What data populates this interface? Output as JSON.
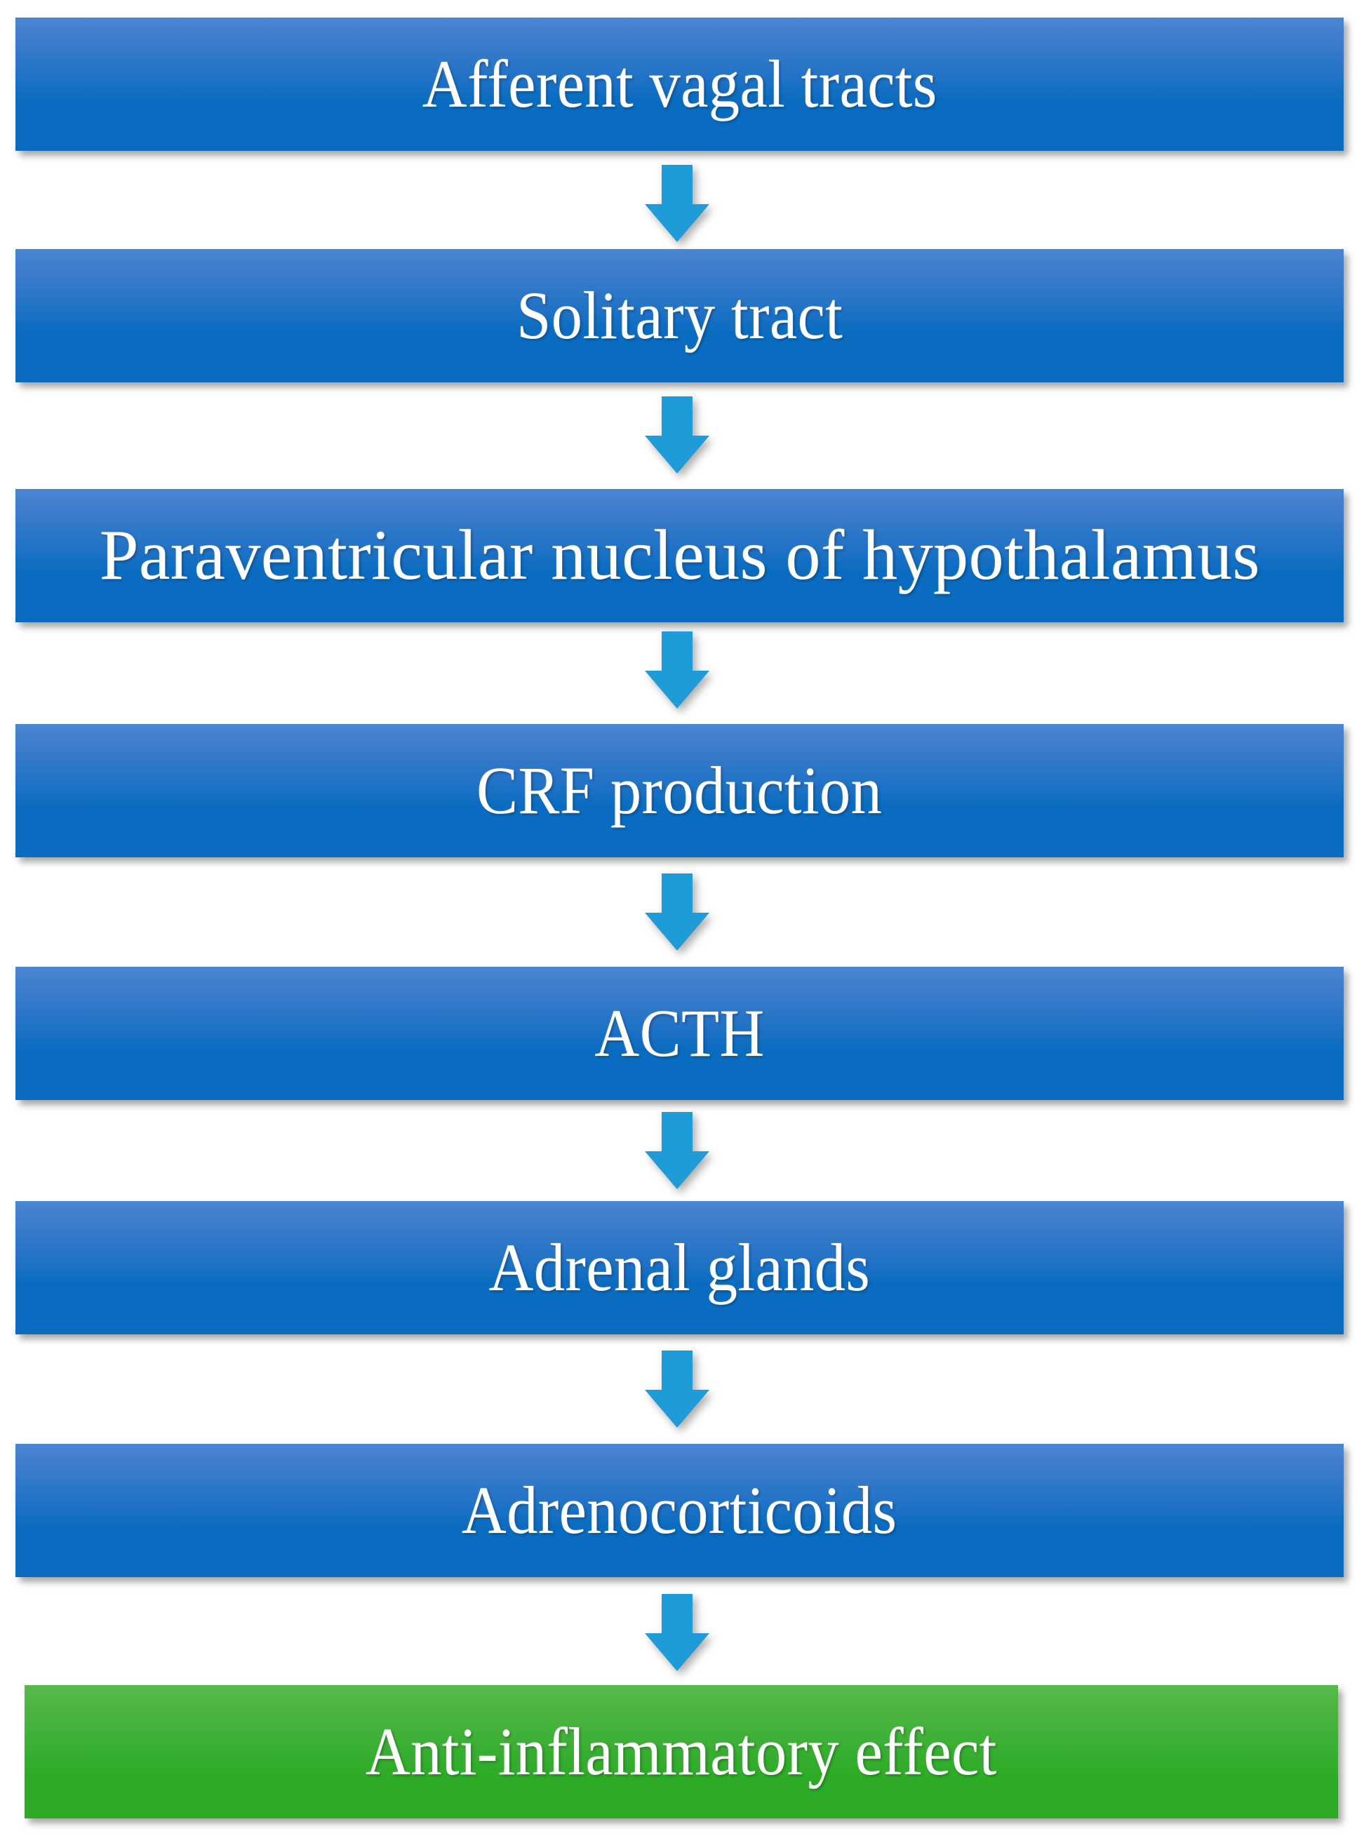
{
  "diagram": {
    "title": "Vagal anti-inflammatory pathway flowchart",
    "orientation": "vertical",
    "connector": "down-arrow",
    "colors": {
      "node_blue_top": "#4a86d2",
      "node_blue_bottom": "#0a6cc0",
      "node_green_top": "#57b94a",
      "node_green_bottom": "#2dab26",
      "arrow": "#1f9bd8",
      "text": "#ffffff",
      "background": "#ffffff"
    },
    "nodes": [
      {
        "id": "node-1",
        "label": "Afferent vagal tracts",
        "color": "blue"
      },
      {
        "id": "node-2",
        "label": "Solitary tract",
        "color": "blue"
      },
      {
        "id": "node-3",
        "label": "Paraventricular nucleus of hypothalamus",
        "color": "blue"
      },
      {
        "id": "node-4",
        "label": "CRF production",
        "color": "blue"
      },
      {
        "id": "node-5",
        "label": "ACTH",
        "color": "blue"
      },
      {
        "id": "node-6",
        "label": "Adrenal glands",
        "color": "blue"
      },
      {
        "id": "node-7",
        "label": "Adrenocorticoids",
        "color": "blue"
      },
      {
        "id": "node-8",
        "label": "Anti-inflammatory effect",
        "color": "green"
      }
    ],
    "edges": [
      {
        "from": "node-1",
        "to": "node-2",
        "icon": "down-arrow-icon"
      },
      {
        "from": "node-2",
        "to": "node-3",
        "icon": "down-arrow-icon"
      },
      {
        "from": "node-3",
        "to": "node-4",
        "icon": "down-arrow-icon"
      },
      {
        "from": "node-4",
        "to": "node-5",
        "icon": "down-arrow-icon"
      },
      {
        "from": "node-5",
        "to": "node-6",
        "icon": "down-arrow-icon"
      },
      {
        "from": "node-6",
        "to": "node-7",
        "icon": "down-arrow-icon"
      },
      {
        "from": "node-7",
        "to": "node-8",
        "icon": "down-arrow-icon"
      }
    ]
  }
}
